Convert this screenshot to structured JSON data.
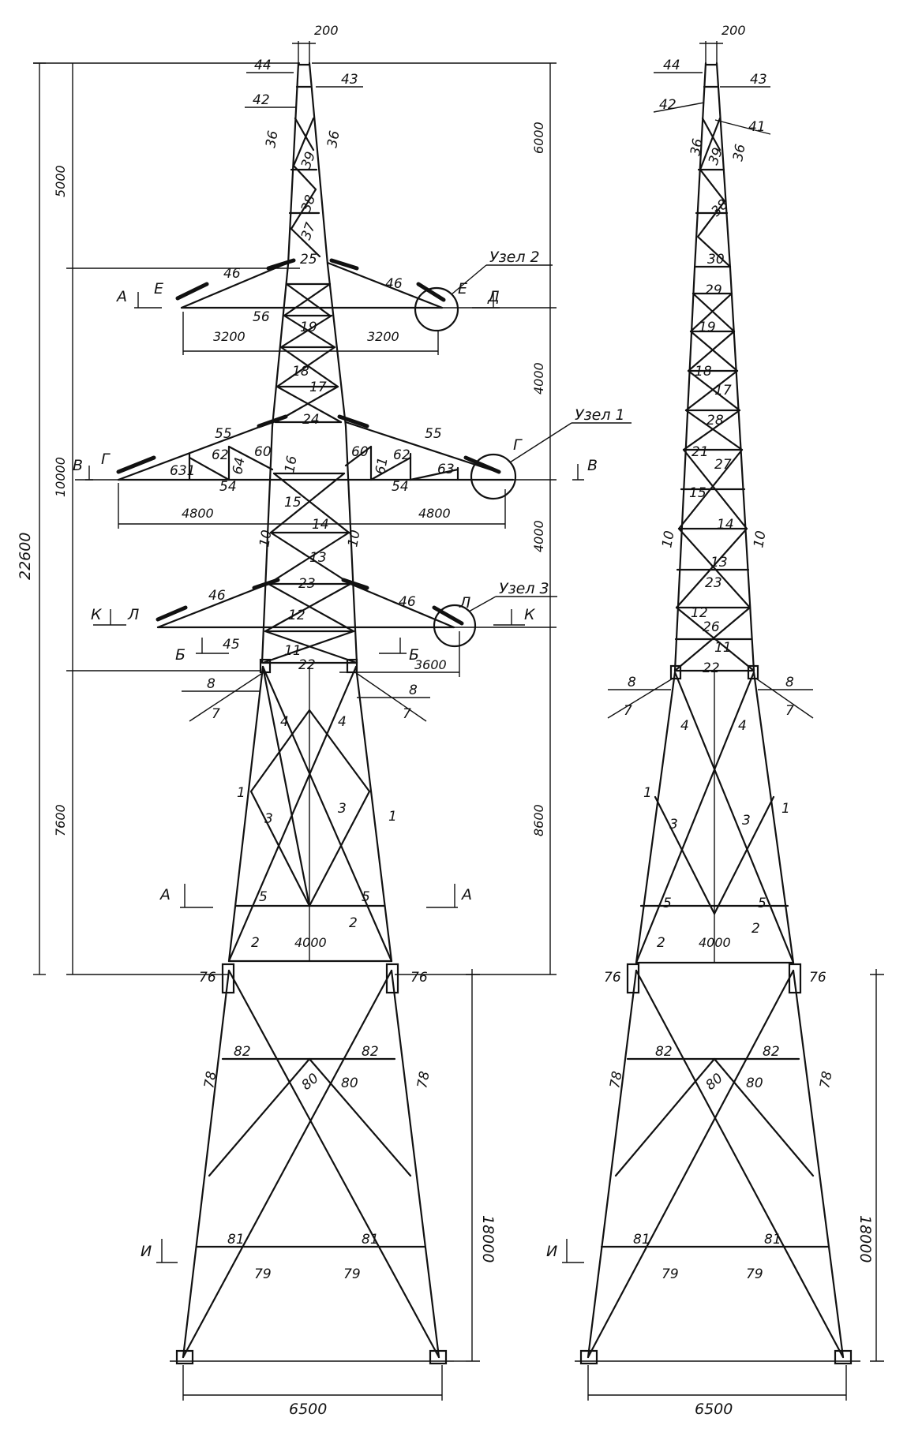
{
  "left_tower": {
    "dimensions": {
      "top_width": "200",
      "total_height": "22600",
      "left_5000": "5000",
      "left_10000": "10000",
      "left_7600": "7600",
      "right_6000": "6000",
      "right_4000a": "4000",
      "right_4000b": "4000",
      "right_8600": "8600",
      "base_18000": "18000",
      "base_width": "6500",
      "arm_3200_left": "3200",
      "arm_3200_right": "3200",
      "arm_4800_left": "4800",
      "arm_4800_right": "4800",
      "arm_3600": "3600",
      "mid_4000": "4000"
    },
    "node_labels": {
      "node2": "Узел 2",
      "node1": "Узел 1",
      "node3": "Узел 3"
    },
    "section_labels": {
      "A": "А",
      "E": "Е",
      "D": "Д",
      "V": "В",
      "G": "Г",
      "K": "К",
      "L": "Л",
      "B": "Б",
      "I": "И"
    },
    "members": {
      "m1": "1",
      "m2": "2",
      "m3": "3",
      "m4": "4",
      "m5": "5",
      "m7": "7",
      "m8": "8",
      "m10": "10",
      "m11": "11",
      "m12": "12",
      "m13": "13",
      "m14": "14",
      "m15": "15",
      "m16": "16",
      "m17": "17",
      "m18": "18",
      "m19": "19",
      "m22": "22",
      "m23": "23",
      "m24": "24",
      "m25": "25",
      "m36": "36",
      "m37": "37",
      "m38": "38",
      "m39": "39",
      "m42": "42",
      "m43": "43",
      "m44": "44",
      "m45": "45",
      "m46": "46",
      "m54": "54",
      "m55": "55",
      "m56": "56",
      "m60": "60",
      "m61": "61",
      "m62": "62",
      "m63": "63",
      "m631": "631",
      "m64": "64",
      "m76": "76",
      "m78": "78",
      "m79": "79",
      "m80": "80",
      "m81": "81",
      "m82": "82"
    }
  },
  "right_tower": {
    "dimensions": {
      "top_width": "200",
      "base_18000": "18000",
      "base_width": "6500",
      "mid_4000": "4000"
    },
    "members": {
      "m1": "1",
      "m2": "2",
      "m3": "3",
      "m4": "4",
      "m5": "5",
      "m7": "7",
      "m8": "8",
      "m10": "10",
      "m11": "11",
      "m12": "12",
      "m13": "13",
      "m14": "14",
      "m15": "15",
      "m17": "17",
      "m18": "18",
      "m19": "19",
      "m21": "21",
      "m22": "22",
      "m23": "23",
      "m26": "26",
      "m27": "27",
      "m28": "28",
      "m29": "29",
      "m30": "30",
      "m36": "36",
      "m38": "38",
      "m39": "39",
      "m41": "41",
      "m42": "42",
      "m43": "43",
      "m44": "44",
      "m76": "76",
      "m78": "78",
      "m79": "79",
      "m80": "80",
      "m81": "81",
      "m82": "82"
    },
    "section_labels": {
      "I": "И"
    }
  }
}
